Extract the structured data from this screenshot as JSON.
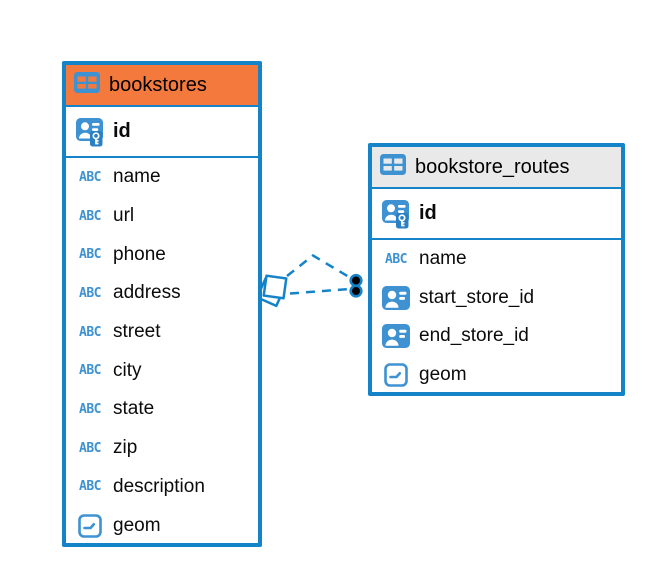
{
  "diagram": {
    "colors": {
      "accent_blue": "#1583C7",
      "icon_blue": "#3E92D2",
      "bookstores_header_bg": "#F4793C",
      "bookstore_routes_header_bg": "#E9E9E9",
      "key_badge_blue": "#2B80C4",
      "connector_dot": "#000000",
      "background": "#FFFFFF"
    },
    "tables": [
      {
        "name": "bookstores",
        "header_bg": "#F4793C",
        "pk_rows": [
          {
            "label": "id",
            "icon": "primary-key-icon"
          }
        ],
        "rows": [
          {
            "label": "name",
            "icon": "text-icon"
          },
          {
            "label": "url",
            "icon": "text-icon"
          },
          {
            "label": "phone",
            "icon": "text-icon"
          },
          {
            "label": "address",
            "icon": "text-icon"
          },
          {
            "label": "street",
            "icon": "text-icon"
          },
          {
            "label": "city",
            "icon": "text-icon"
          },
          {
            "label": "state",
            "icon": "text-icon"
          },
          {
            "label": "zip",
            "icon": "text-icon"
          },
          {
            "label": "description",
            "icon": "text-icon"
          },
          {
            "label": "geom",
            "icon": "geometry-icon"
          }
        ]
      },
      {
        "name": "bookstore_routes",
        "header_bg": "#E9E9E9",
        "pk_rows": [
          {
            "label": "id",
            "icon": "primary-key-icon"
          }
        ],
        "rows": [
          {
            "label": "name",
            "icon": "text-icon"
          },
          {
            "label": "start_store_id",
            "icon": "reference-icon"
          },
          {
            "label": "end_store_id",
            "icon": "reference-icon"
          },
          {
            "label": "geom",
            "icon": "geometry-icon"
          }
        ]
      }
    ],
    "relationships": [
      {
        "between": [
          "bookstores",
          "bookstore_routes"
        ],
        "style": "dashed"
      },
      {
        "between": [
          "bookstores",
          "bookstore_routes"
        ],
        "style": "dashed"
      }
    ]
  }
}
